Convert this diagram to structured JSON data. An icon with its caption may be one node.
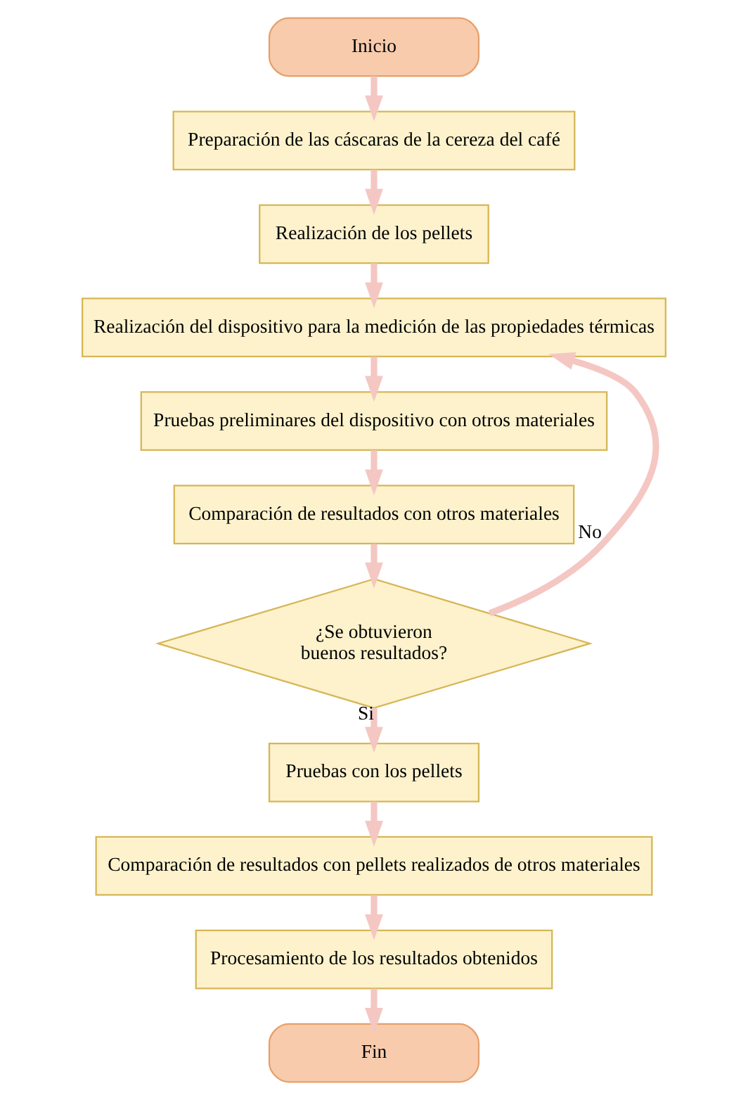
{
  "diagram": {
    "nodes": [
      {
        "text": [
          "Inicio"
        ]
      },
      {
        "text": [
          "Preparación de las cáscaras de la cereza del café"
        ]
      },
      {
        "text": [
          "Realización de los pellets"
        ]
      },
      {
        "text": [
          "Realización del dispositivo para la medición de las propiedades térmicas"
        ]
      },
      {
        "text": [
          "Pruebas preliminares del dispositivo con otros materiales"
        ]
      },
      {
        "text": [
          "Comparación de resultados con otros materiales"
        ]
      },
      {
        "text": [
          "¿Se obtuvieron buenos resultados?"
        ]
      },
      {
        "text": [
          "Pruebas con los pellets"
        ]
      },
      {
        "text": [
          "Comparación de resultados con pellets realizados de otros materiales"
        ]
      },
      {
        "text": [
          "Procesamiento de los resultados obtenidos"
        ]
      },
      {
        "text": [
          "Fin"
        ]
      }
    ],
    "edges": [
      {
        "from": 0,
        "to": 1,
        "arrow": "to"
      },
      {
        "from": 1,
        "to": 2,
        "arrow": "to"
      },
      {
        "from": 2,
        "to": 3,
        "arrow": "to"
      },
      {
        "from": 3,
        "to": 4,
        "arrow": "to"
      },
      {
        "from": 4,
        "to": 5,
        "arrow": "to"
      },
      {
        "from": 5,
        "to": 6,
        "arrow": "to"
      },
      {
        "from": 6,
        "to": 3,
        "arrow": "to",
        "label": "No"
      },
      {
        "from": 6,
        "to": 7,
        "arrow": "to",
        "label": "Si"
      },
      {
        "from": 7,
        "to": 8,
        "arrow": "to"
      },
      {
        "from": 8,
        "to": 9,
        "arrow": "to"
      },
      {
        "from": 9,
        "to": 10,
        "arrow": "to"
      }
    ]
  }
}
